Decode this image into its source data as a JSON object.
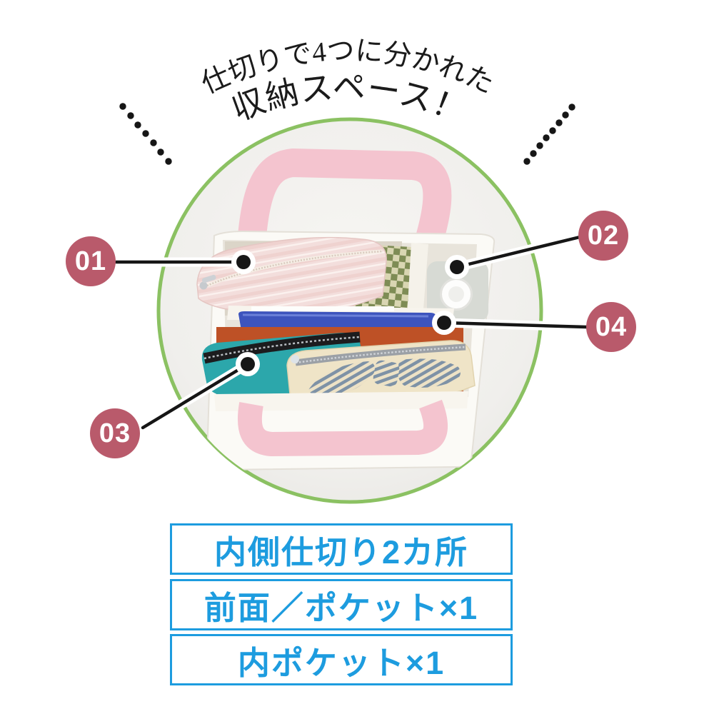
{
  "title": {
    "line1": "仕切りで4つに分かれた",
    "line2": "収納スペース！"
  },
  "callouts": [
    {
      "label": "01",
      "target": "inner-pocket-pouch"
    },
    {
      "label": "02",
      "target": "right-compartment-bottle"
    },
    {
      "label": "03",
      "target": "front-compartment-teal-pouch"
    },
    {
      "label": "04",
      "target": "middle-divider-slot"
    }
  ],
  "specs": {
    "rows": [
      {
        "text": "内側仕切り2カ所"
      },
      {
        "text": "前面／ポケット×1"
      },
      {
        "text": "内ポケット×1"
      }
    ]
  },
  "photo": {
    "items": [
      "pink-tote-handles",
      "pink-striped-pouch",
      "green-checkered-cloth",
      "white-bottle",
      "blue-pouch",
      "teal-pouch",
      "cream-bow-pouch",
      "orange-fabric"
    ]
  },
  "colors": {
    "circle_green": "#8bc162",
    "badge_rose": "#b95a6b",
    "spec_blue": "#1d9cdf",
    "handle_pink": "#f4c4cf",
    "leader_line_black": "#161616"
  }
}
